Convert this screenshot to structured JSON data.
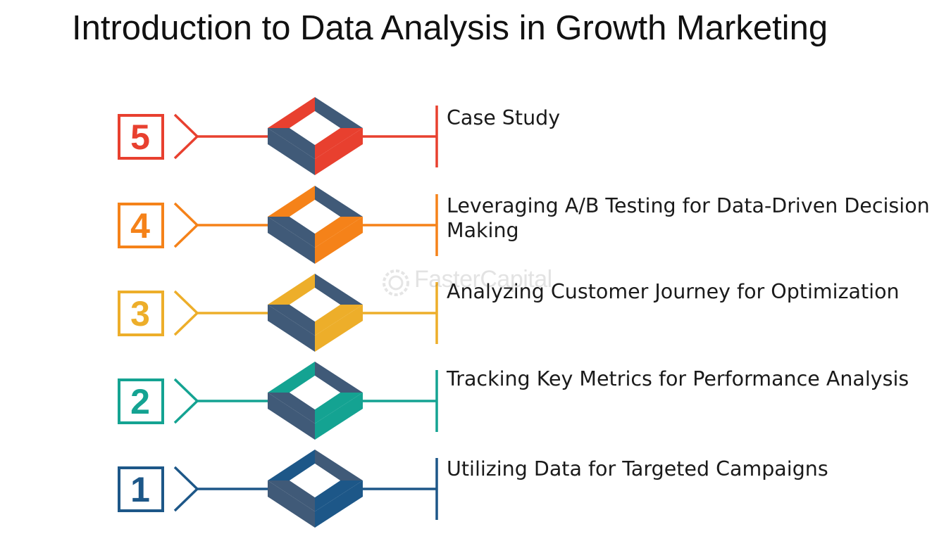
{
  "title": "Introduction to Data Analysis in Growth Marketing",
  "watermark": "FasterCapital",
  "colors": {
    "shadow": "#405a78",
    "line_shadow": "#3f5a77"
  },
  "steps": [
    {
      "number": "5",
      "label": "Case Study",
      "color": "#e8402f"
    },
    {
      "number": "4",
      "label": "Leveraging A/B Testing for Data-Driven Decision Making",
      "color": "#f58219"
    },
    {
      "number": "3",
      "label": "Analyzing Customer Journey for Optimization",
      "color": "#edae2a"
    },
    {
      "number": "2",
      "label": "Tracking Key Metrics for Performance Analysis",
      "color": "#14a392"
    },
    {
      "number": "1",
      "label": "Utilizing Data for Targeted Campaigns",
      "color": "#1d5788"
    }
  ]
}
